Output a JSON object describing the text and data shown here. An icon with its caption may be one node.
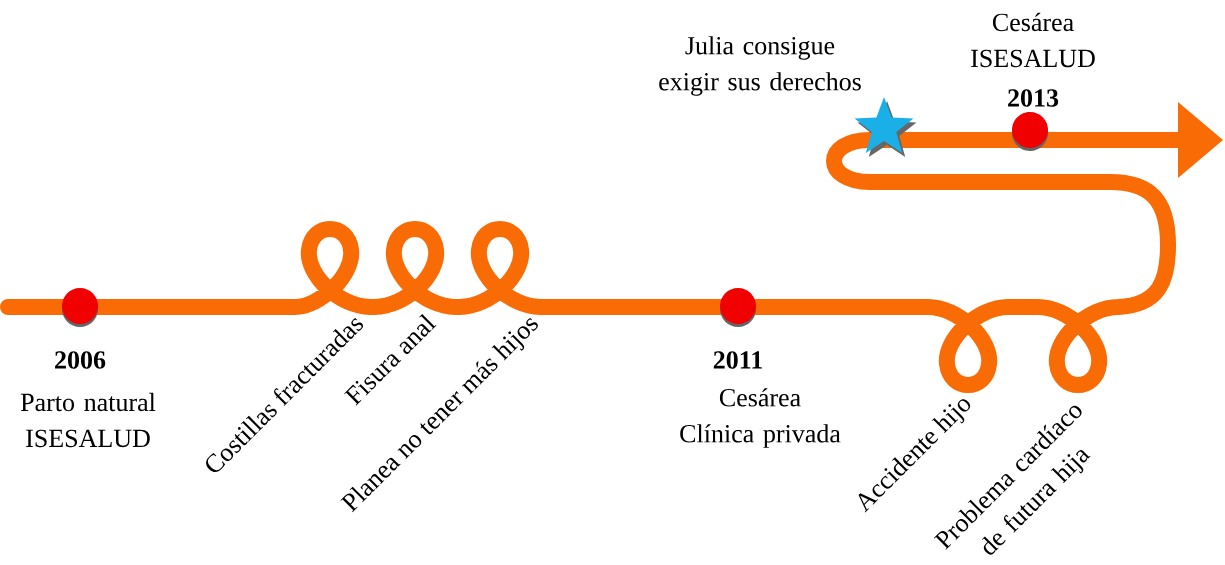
{
  "diagram": {
    "labels": [
      "Cesárea ISESALUD",
      "Julia consigue exigir sus derechos",
      "2013",
      "2006",
      "Parto natural ISESALUD",
      "Costillas fracturadas",
      "Fisura anal",
      "Planea no tener más hijos",
      "2011",
      "Cesárea Clínica privada",
      "Accidente hijo",
      "Problema cardíaco de futura hija"
    ]
  }
}
